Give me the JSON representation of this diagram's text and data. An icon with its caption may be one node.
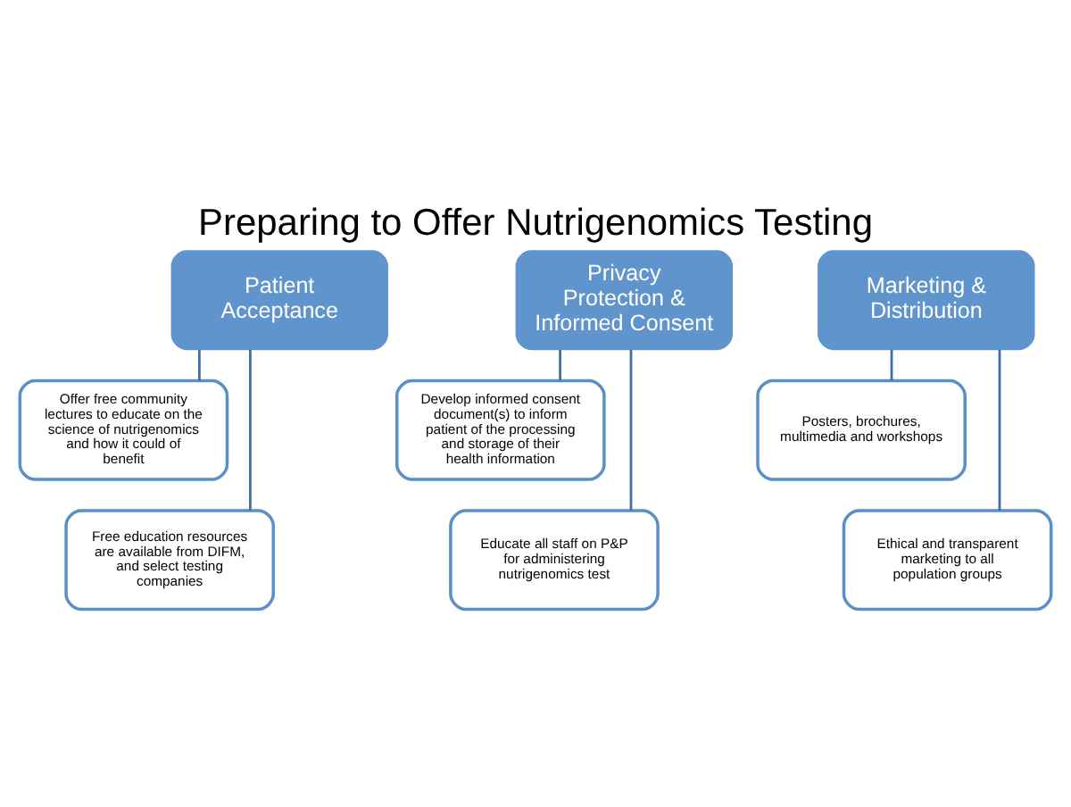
{
  "diagram": {
    "title": "Preparing to Offer Nutrigenomics Testing",
    "nodes": [
      {
        "text": [
          "Patient Acceptance"
        ]
      },
      {
        "text": [
          "Offer free community lectures to educate on the science of nutrigenomics and how it could of benefit"
        ]
      },
      {
        "text": [
          "Free education resources are available from DIFM, and select testing companies"
        ]
      },
      {
        "text": [
          "Privacy Protection & Informed Consent"
        ]
      },
      {
        "text": [
          "Develop informed consent document(s) to inform patient of the processing and storage of their health information"
        ]
      },
      {
        "text": [
          "Educate all staff on P&P for administering nutrigenomics test"
        ]
      },
      {
        "text": [
          "Marketing & Distribution"
        ]
      },
      {
        "text": [
          "Posters, brochures, multimedia and workshops"
        ]
      },
      {
        "text": [
          "Ethical and transparent marketing to all population groups"
        ]
      }
    ],
    "edges": [
      {
        "from": 0,
        "to": 1,
        "arrow": "none"
      },
      {
        "from": 0,
        "to": 2,
        "arrow": "none"
      },
      {
        "from": 3,
        "to": 4,
        "arrow": "none"
      },
      {
        "from": 3,
        "to": 5,
        "arrow": "none"
      },
      {
        "from": 6,
        "to": 7,
        "arrow": "none"
      },
      {
        "from": 6,
        "to": 8,
        "arrow": "none"
      }
    ]
  }
}
